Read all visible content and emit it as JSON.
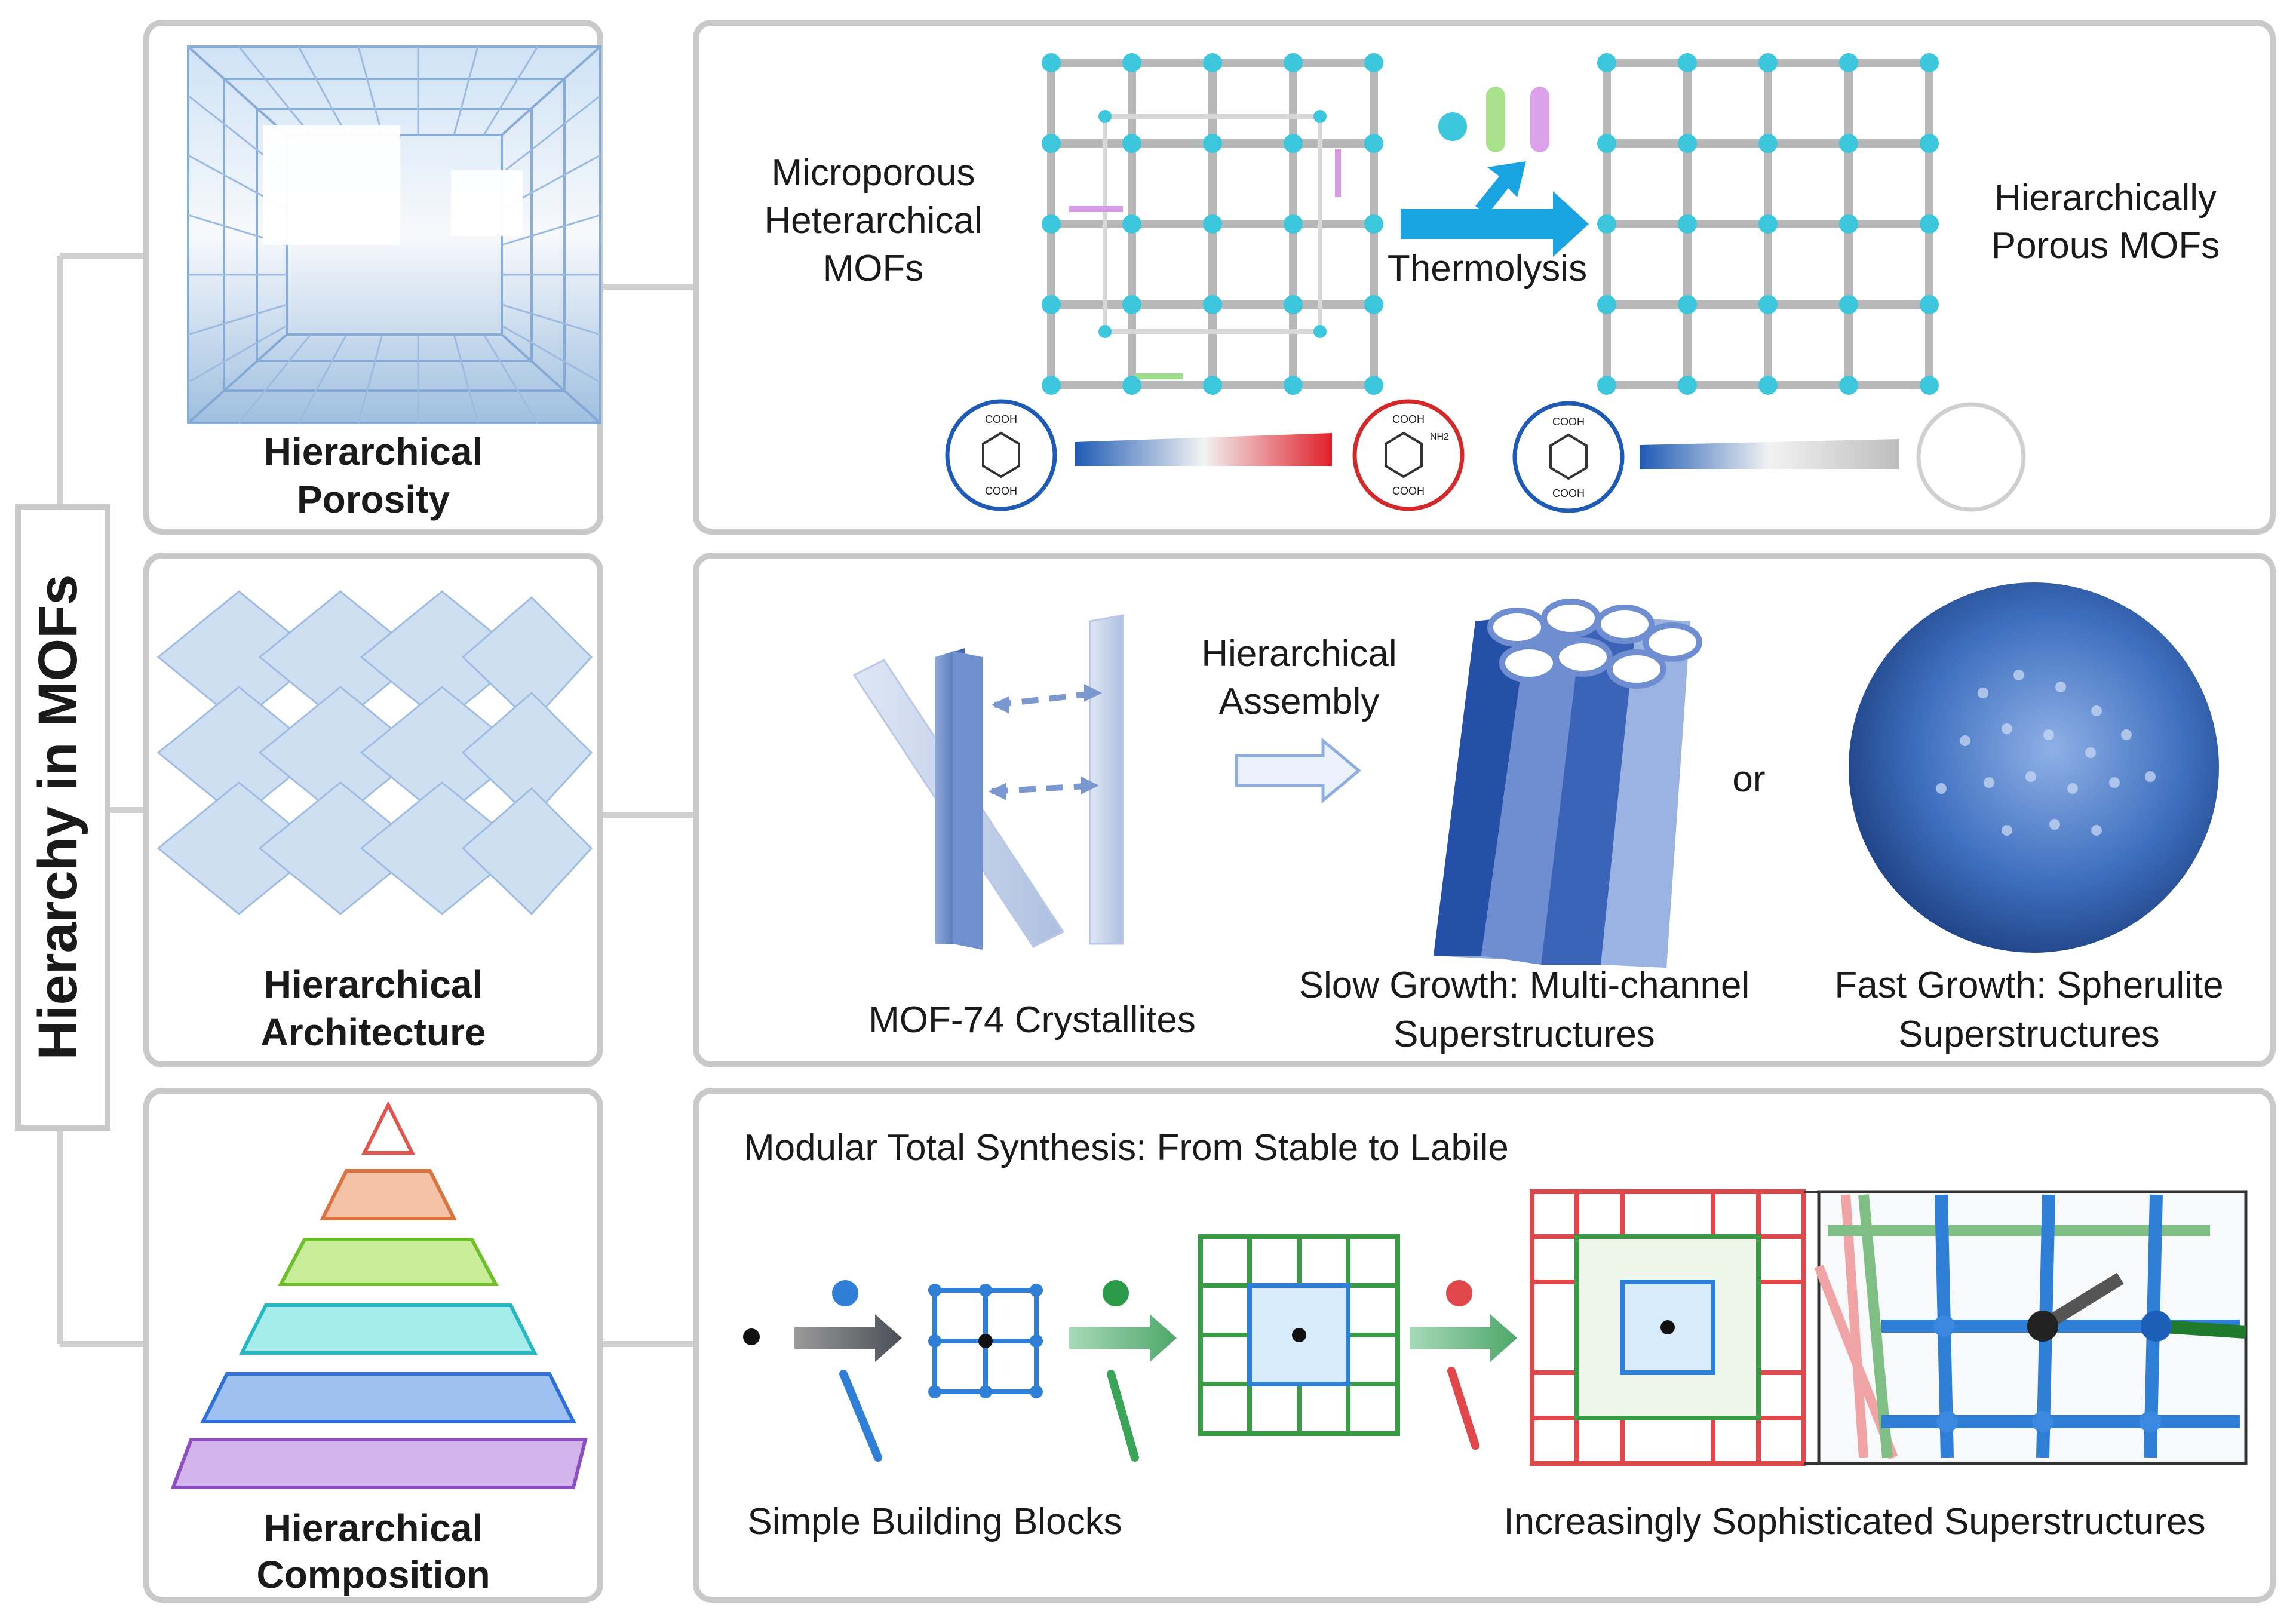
{
  "side_title": "Hierarchy in MOFs",
  "panels": {
    "porosity": {
      "label_line1": "Hierarchical",
      "label_line2": "Porosity",
      "left_text": [
        "Microporous",
        "Heterarchical",
        "MOFs"
      ],
      "arrow_text": "Thermolysis",
      "right_text": [
        "Hierarchically",
        "Porous MOFs"
      ],
      "ligand_cooh": "COOH",
      "ligand_nh2": "NH2"
    },
    "architecture": {
      "label_line1": "Hierarchical",
      "label_line2": "Architecture",
      "crystallites": "MOF-74 Crystallites",
      "assembly": [
        "Hierarchical",
        "Assembly"
      ],
      "or_text": "or",
      "slow": [
        "Slow Growth: Multi-channel",
        "Superstructures"
      ],
      "fast": [
        "Fast Growth: Spherulite",
        "Superstructures"
      ]
    },
    "composition": {
      "label_line1": "Hierarchical",
      "label_line2": "Composition",
      "title": "Modular Total Synthesis: From Stable to Labile",
      "left_caption": "Simple Building Blocks",
      "right_caption": "Increasingly Sophisticated Superstructures"
    }
  },
  "colors": {
    "node_cyan": "#3cc7dc",
    "arrow_blue": "#19a3e0",
    "lattice_blue": "#2f7fd6",
    "lattice_green": "#3a9a45",
    "lattice_red": "#e0474b",
    "sphere_blue": "#3e6fbf"
  }
}
